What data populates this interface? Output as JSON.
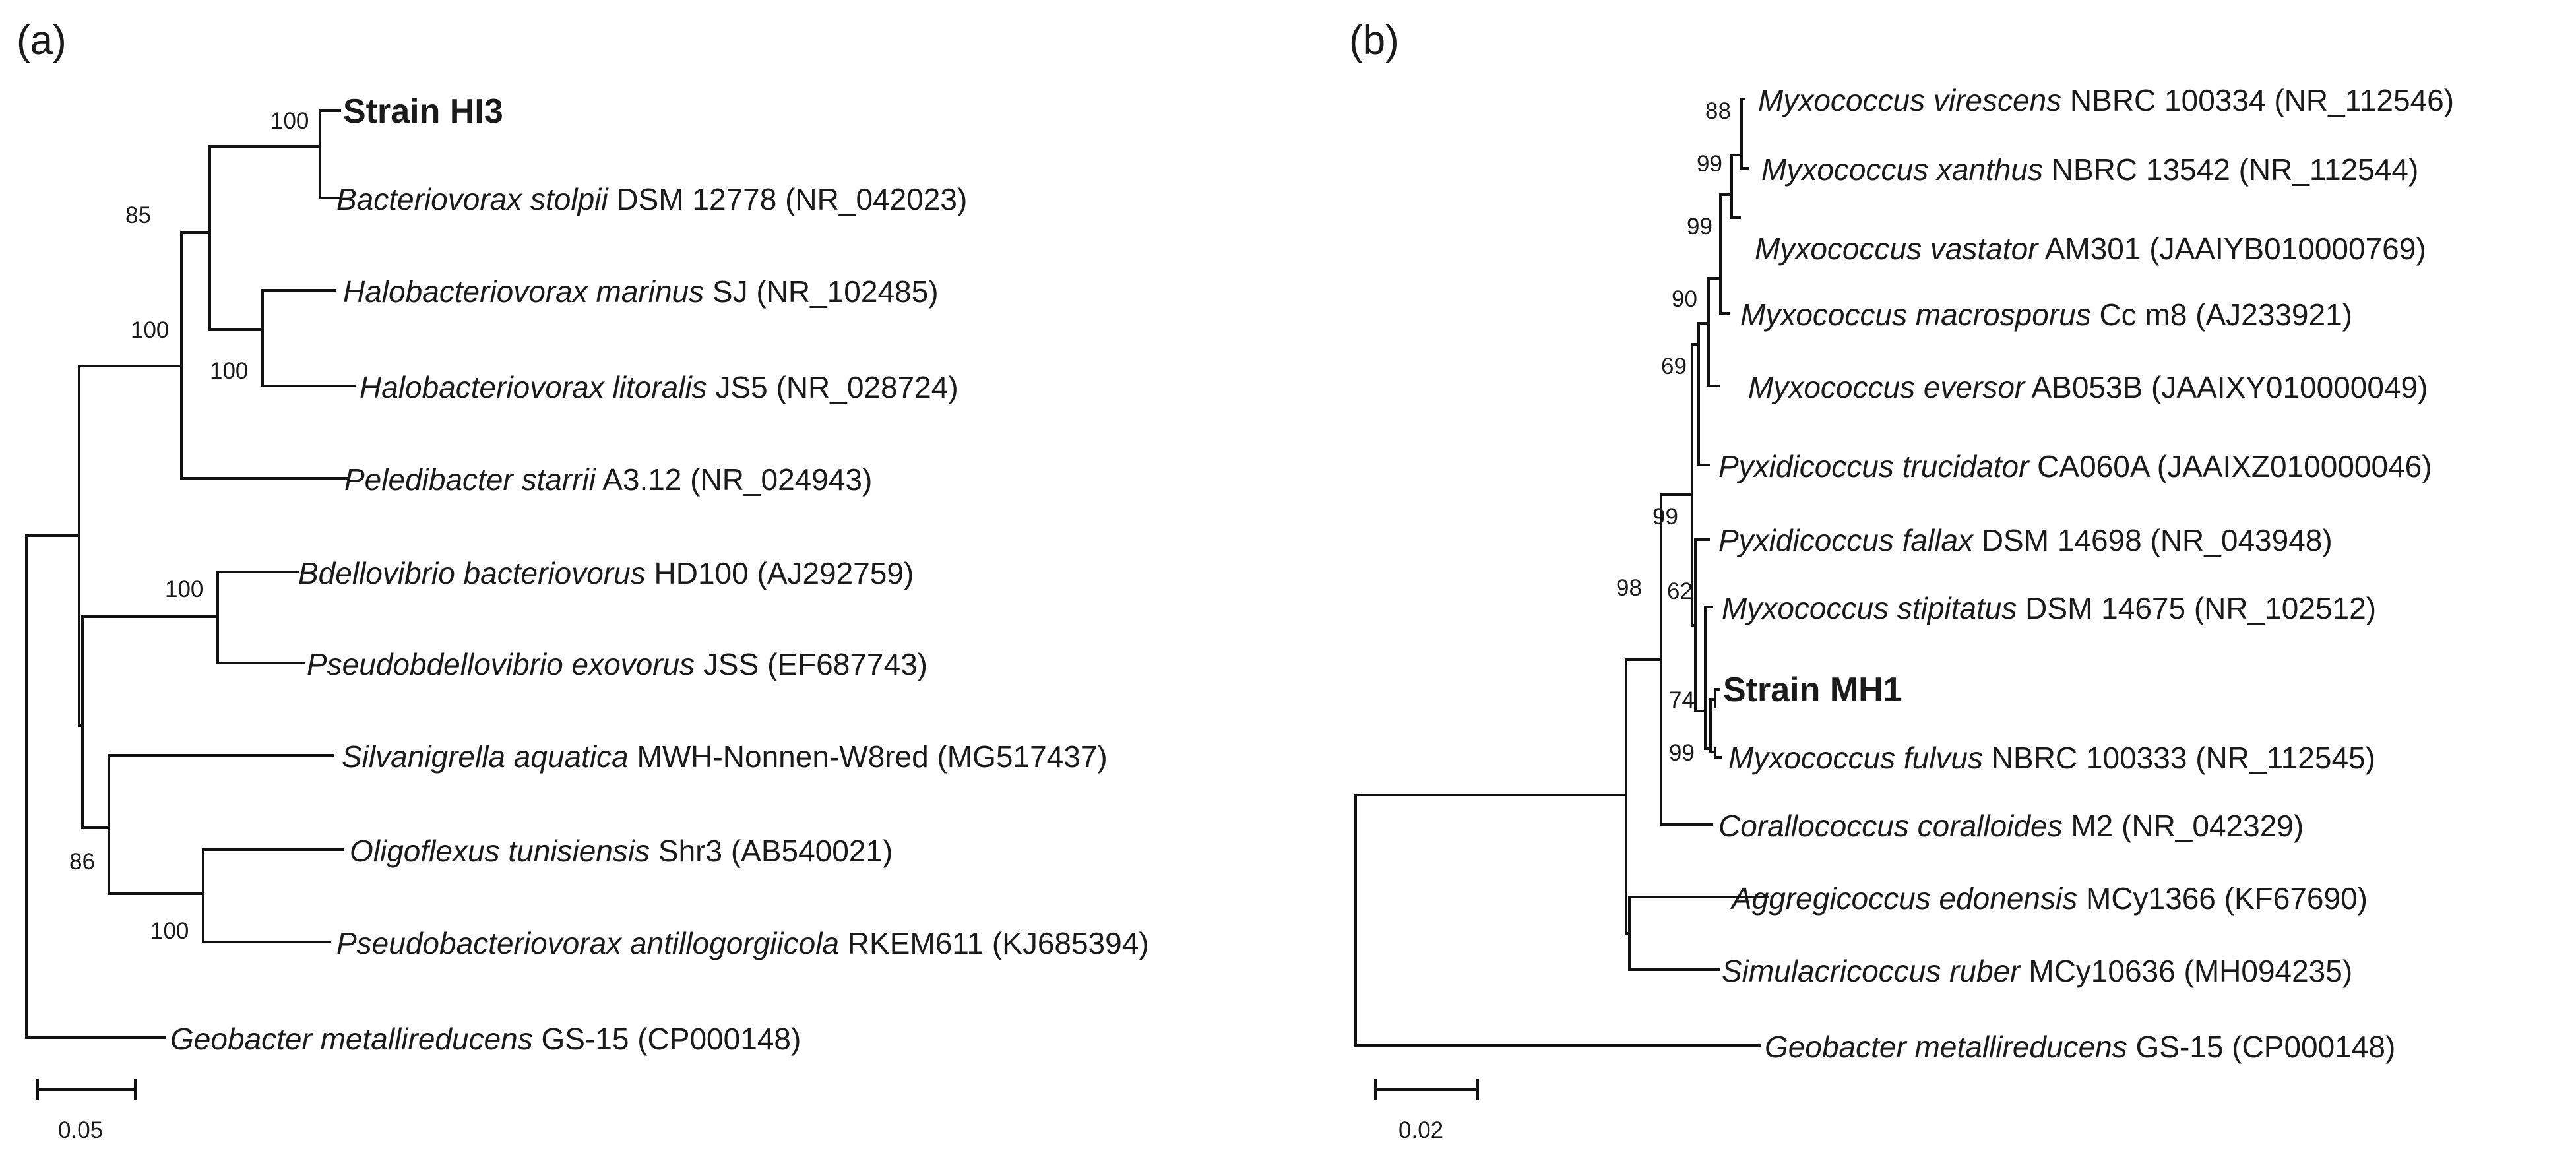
{
  "panels": [
    {
      "id": "a",
      "label": "(a)",
      "scale_label": "0.05",
      "taxa": [
        {
          "italic": "",
          "rest": "Strain HI3",
          "bold": true
        },
        {
          "italic": "Bacteriovorax stolpii",
          "rest": " DSM 12778 (NR_042023)"
        },
        {
          "italic": "Halobacteriovorax marinus",
          "rest": " SJ (NR_102485)"
        },
        {
          "italic": "Halobacteriovorax litoralis",
          "rest": " JS5 (NR_028724)"
        },
        {
          "italic": "Peledibacter starrii",
          "rest": " A3.12 (NR_024943)"
        },
        {
          "italic": "Bdellovibrio bacteriovorus",
          "rest": " HD100 (AJ292759)"
        },
        {
          "italic": "Pseudobdellovibrio exovorus",
          "rest": " JSS (EF687743)"
        },
        {
          "italic": "Silvanigrella aquatica",
          "rest": " MWH-Nonnen-W8red (MG517437)"
        },
        {
          "italic": "Oligoflexus tunisiensis",
          "rest": " Shr3 (AB540021)"
        },
        {
          "italic": "Pseudobacteriovorax antillogorgiicola",
          "rest": " RKEM611 (KJ685394)"
        },
        {
          "italic": "Geobacter metallireducens",
          "rest": " GS-15 (CP000148)"
        }
      ],
      "bootstraps": [
        "100",
        "85",
        "100",
        "100",
        "100",
        "86",
        "100"
      ]
    },
    {
      "id": "b",
      "label": "(b)",
      "scale_label": "0.02",
      "taxa": [
        {
          "italic": "Myxococcus virescens",
          "rest": " NBRC 100334 (NR_112546)"
        },
        {
          "italic": "Myxococcus xanthus",
          "rest": " NBRC 13542 (NR_112544)"
        },
        {
          "italic": "Myxococcus vastator",
          "rest": " AM301 (JAAIYB010000769)"
        },
        {
          "italic": "Myxococcus macrosporus",
          "rest": " Cc m8 (AJ233921)"
        },
        {
          "italic": "Myxococcus eversor",
          "rest": " AB053B (JAAIXY010000049)"
        },
        {
          "italic": "Pyxidicoccus trucidator",
          "rest": " CA060A (JAAIXZ010000046)"
        },
        {
          "italic": "Pyxidicoccus fallax",
          "rest": " DSM 14698 (NR_043948)"
        },
        {
          "italic": "Myxococcus stipitatus",
          "rest": " DSM 14675 (NR_102512)"
        },
        {
          "italic": "",
          "rest": "Strain MH1",
          "bold": true
        },
        {
          "italic": "Myxococcus fulvus",
          "rest": " NBRC 100333 (NR_112545)"
        },
        {
          "italic": "Corallococcus coralloides",
          "rest": " M2 (NR_042329)"
        },
        {
          "italic": "Aggregicoccus edonensis",
          "rest": " MCy1366 (KF67690)"
        },
        {
          "italic": "Simulacricoccus ruber",
          "rest": " MCy10636 (MH094235)"
        },
        {
          "italic": "Geobacter metallireducens",
          "rest": " GS-15 (CP000148)"
        }
      ],
      "bootstraps": [
        "88",
        "99",
        "99",
        "90",
        "69",
        "99",
        "62",
        "74",
        "99",
        "98"
      ]
    }
  ]
}
